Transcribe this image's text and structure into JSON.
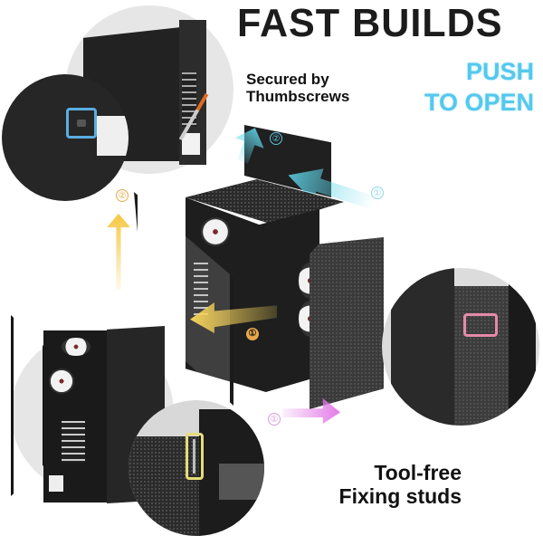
{
  "headline": "FAST BUILDS",
  "captions": {
    "thumbscrews": [
      "Secured by",
      "Thumbscrews"
    ],
    "push_to_open": [
      "PUSH",
      "TO OPEN"
    ],
    "tool_free": [
      "Tool-free",
      "Fixing studs"
    ]
  },
  "step_markers": {
    "top_panel_step1": "①",
    "top_panel_step2": "②",
    "glass_panel_step1": "①",
    "glass_panel_step2": "②",
    "front_panel_step1": "①"
  },
  "colors": {
    "headline": "#1c1c1c",
    "push_to_open": "#55c8ee",
    "top_arrows": "#5fd6ea",
    "glass_arrows": "#f5c842",
    "front_arrow": "#e27be8",
    "thumbscrew_highlight": "#5aaee0",
    "pink_highlight": "#e48aa8",
    "stud_highlight": "#e6dc7a"
  },
  "icons": {
    "arrow_up_cyan": "arrow-up-icon",
    "arrow_up_yellow": "arrow-up-icon",
    "arrow_left_yellow": "arrow-left-icon",
    "arrow_right_pink": "arrow-right-icon"
  }
}
